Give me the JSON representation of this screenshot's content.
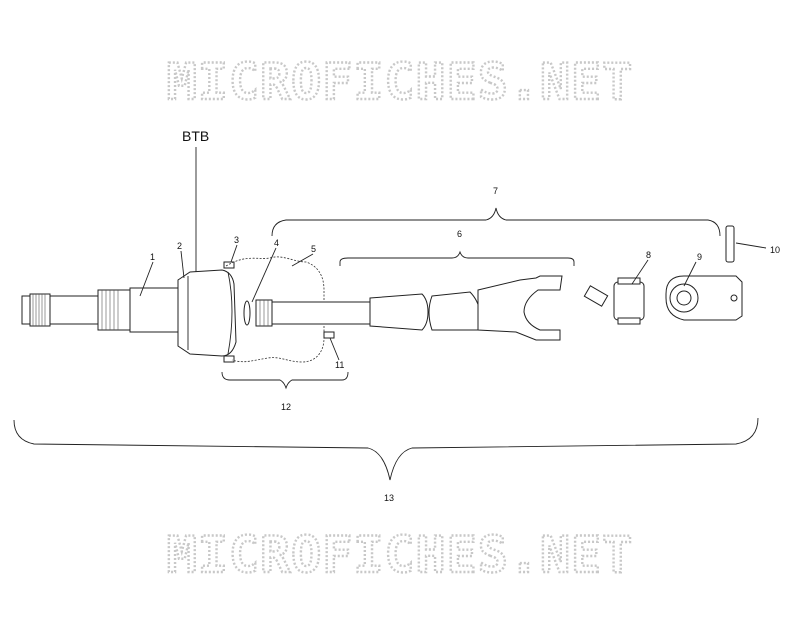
{
  "watermark_top": "MICROFICHES.NET",
  "watermark_bottom": "MICROFICHES.NET",
  "btb_label": "BTB",
  "callouts": [
    "1",
    "2",
    "3",
    "4",
    "5",
    "6",
    "7",
    "8",
    "9",
    "10",
    "11",
    "12",
    "13"
  ]
}
